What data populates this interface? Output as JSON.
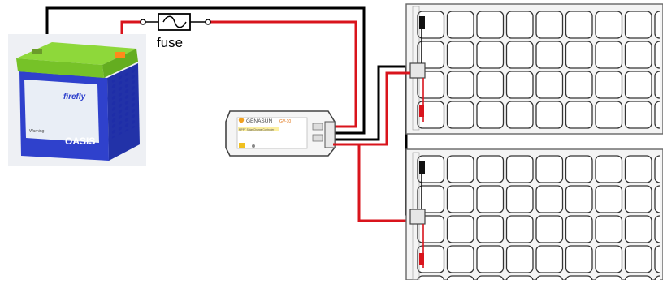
{
  "fuse": {
    "label": "fuse"
  },
  "battery": {
    "brand": "firefly",
    "model": "OASIS",
    "sticker": "Warning"
  },
  "controller": {
    "brand": "GENASUN",
    "model": "GV-10",
    "subtitle": "MPPT Solar Charge Controller"
  },
  "colors": {
    "positive_wire": "#d9141c",
    "negative_wire": "#000000",
    "battery_body": "#2a3bc8",
    "battery_top": "#8ed83a",
    "controller_accent": "#f0a020"
  },
  "icons": [
    "fuse-icon",
    "battery-icon",
    "charge-controller-icon",
    "solar-panel-icon"
  ]
}
